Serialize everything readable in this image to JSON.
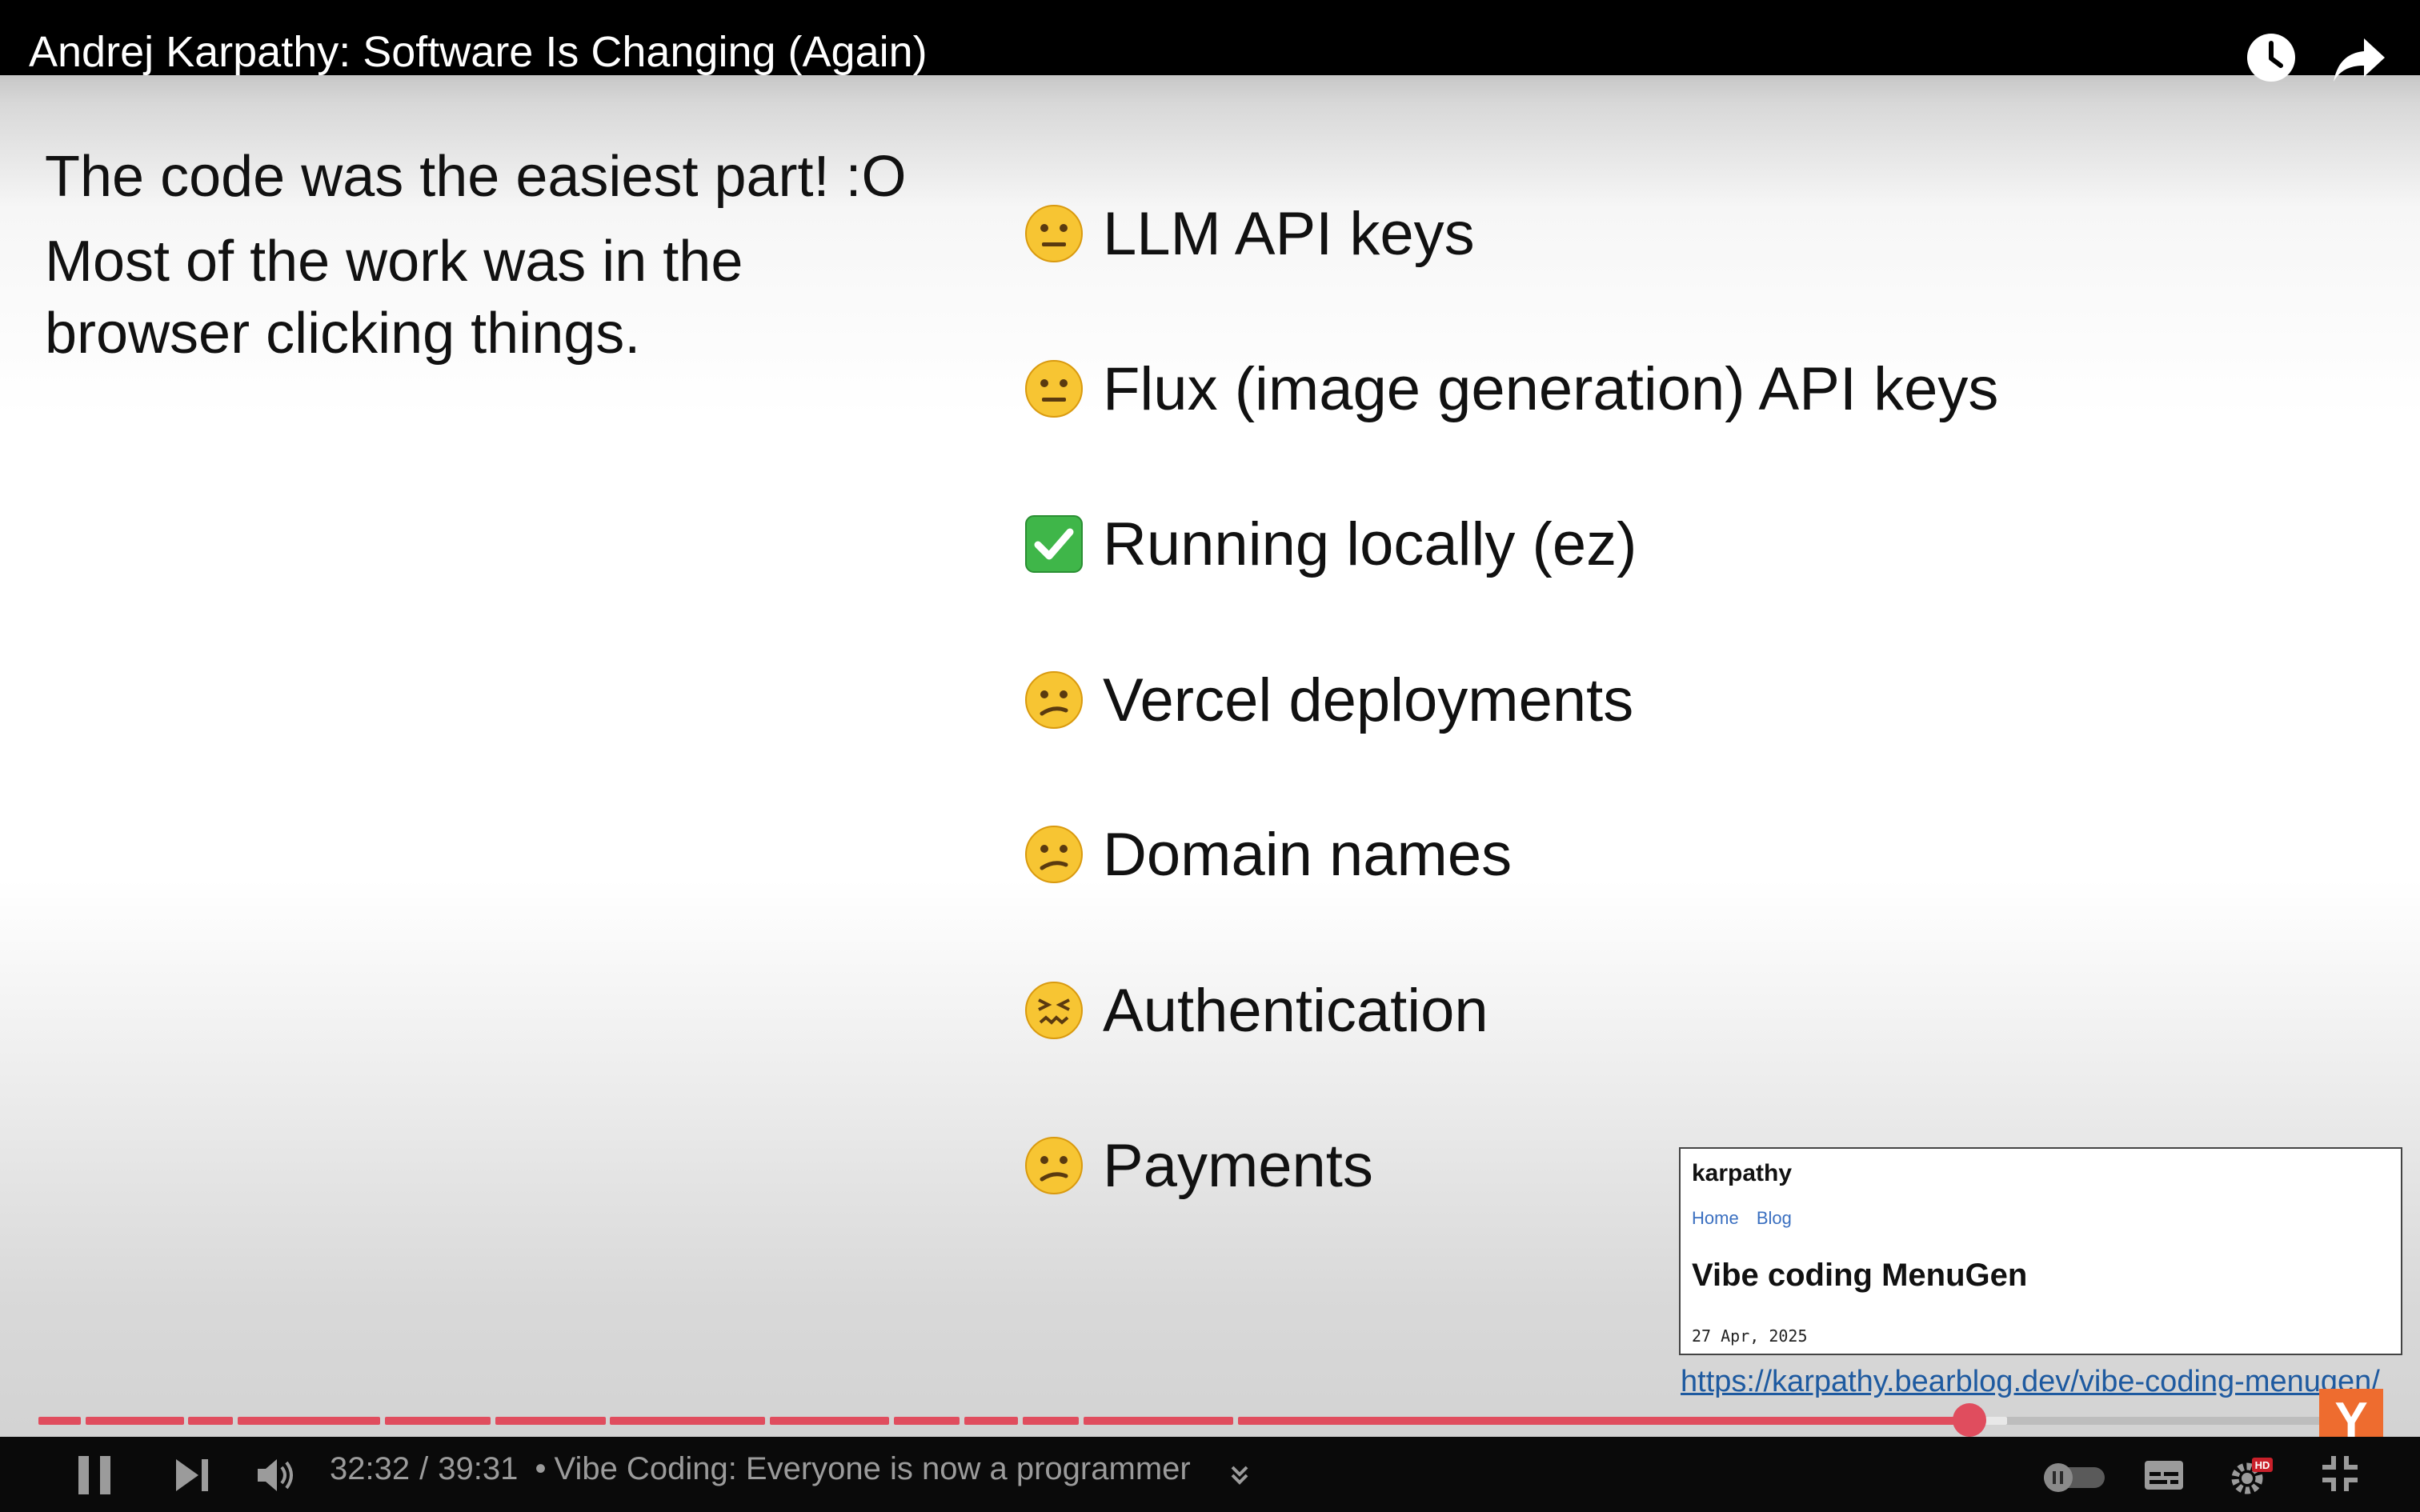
{
  "video": {
    "title": "Andrej Karpathy: Software Is Changing (Again)"
  },
  "slide": {
    "heading": "The code was the easiest part! :O",
    "body_line1": "Most of the work was in the",
    "body_line2": "browser clicking things.",
    "items": [
      {
        "emoji": "neutral-face-icon",
        "label": "LLM API keys"
      },
      {
        "emoji": "neutral-face-icon",
        "label": "Flux (image generation) API keys"
      },
      {
        "emoji": "check-mark-button-icon",
        "label": "Running locally (ez)"
      },
      {
        "emoji": "confused-face-icon",
        "label": "Vercel deployments"
      },
      {
        "emoji": "confused-face-icon",
        "label": "Domain names"
      },
      {
        "emoji": "confounded-face-icon",
        "label": "Authentication"
      },
      {
        "emoji": "confused-face-icon",
        "label": "Payments"
      }
    ]
  },
  "blog_card": {
    "brand": "karpathy",
    "nav_home": "Home",
    "nav_blog": "Blog",
    "title": "Vibe coding MenuGen",
    "date": "27 Apr, 2025",
    "link": "https://karpathy.bearblog.dev/vibe-coding-menugen/"
  },
  "player": {
    "current_time": "32:32",
    "duration": "39:31",
    "chapter": "Vibe Coding: Everyone is now a programmer",
    "separator": "/",
    "progress": 0.824,
    "badge": "HD",
    "watermark": "Y",
    "colors": {
      "played": "#e04d5e",
      "buffered": "#e8e8e8",
      "unplayed": "#bdbdbd",
      "hd_badge": "#c9202a",
      "yc_logo": "#ee6c2f"
    },
    "chapter_segments": [
      [
        0.0,
        0.018
      ],
      [
        0.02,
        0.062
      ],
      [
        0.064,
        0.083
      ],
      [
        0.085,
        0.146
      ],
      [
        0.148,
        0.193
      ],
      [
        0.195,
        0.242
      ],
      [
        0.244,
        0.31
      ],
      [
        0.312,
        0.363
      ],
      [
        0.365,
        0.393
      ],
      [
        0.395,
        0.418
      ],
      [
        0.42,
        0.444
      ],
      [
        0.446,
        0.51
      ],
      [
        0.512,
        1.0
      ]
    ]
  }
}
